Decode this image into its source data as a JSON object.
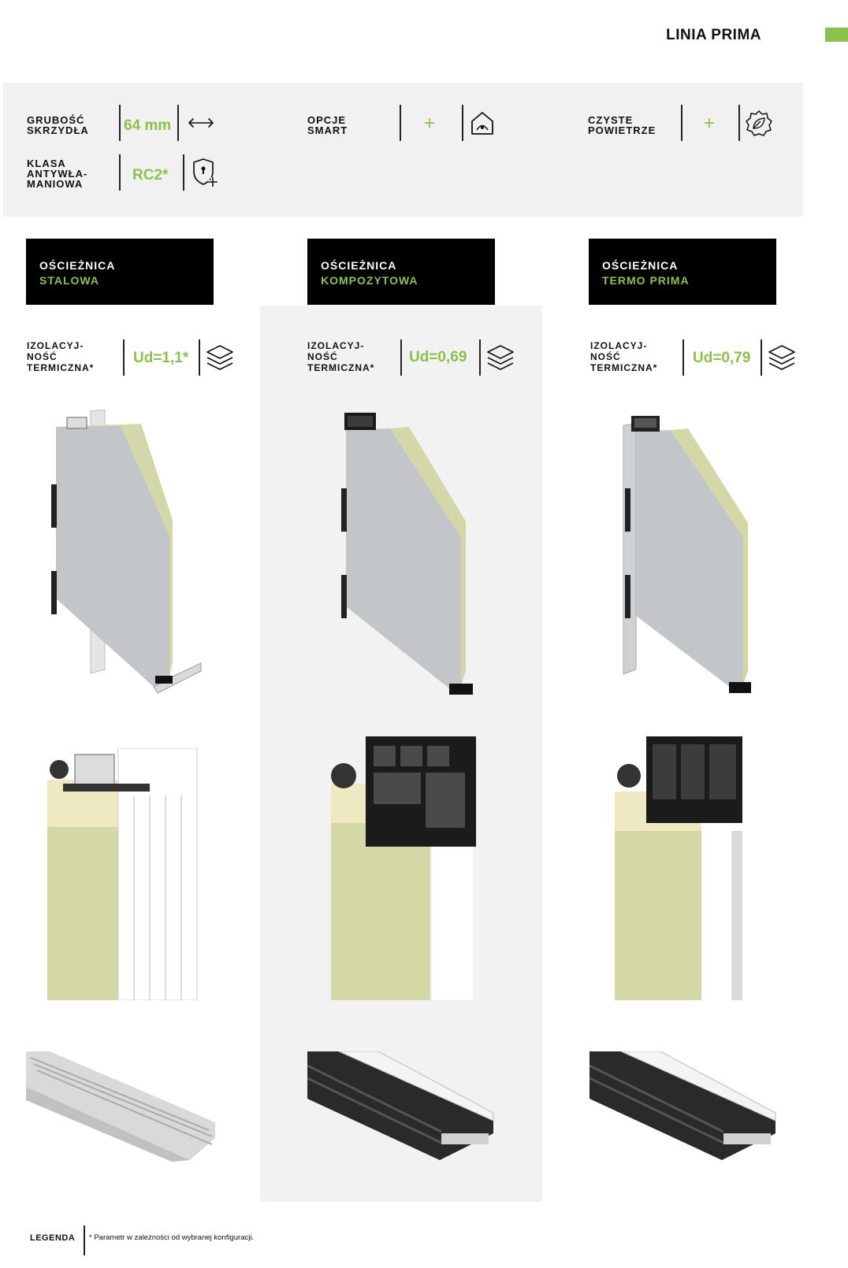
{
  "header": {
    "brand": "LINIA PRIMA"
  },
  "specs": {
    "thickness": {
      "label_line1": "GRUBOŚĆ",
      "label_line2": "SKRZYDŁA",
      "value": "64 mm",
      "icon": "double-arrow-icon"
    },
    "smart": {
      "label_line1": "OPCJE",
      "label_line2": "SMART",
      "value": "+",
      "icon": "smart-home-icon"
    },
    "air": {
      "label_line1": "CZYSTE",
      "label_line2": "POWIETRZE",
      "value": "+",
      "icon": "leaf-badge-icon"
    },
    "burglary": {
      "label_line1": "KLASA",
      "label_line2": "ANTYWŁA-",
      "label_line3": "MANIOWA",
      "value": "RC2*",
      "icon": "shield-lock-icon"
    }
  },
  "frames": [
    {
      "title": "OŚCIEŻNICA",
      "subtitle": "STALOWA",
      "therm_line1": "IZOLACYJ-",
      "therm_line2": "NOŚĆ",
      "therm_line3": "TERMICZNA*",
      "value": "Ud=1,1*"
    },
    {
      "title": "OŚCIEŻNICA",
      "subtitle": "KOMPOZYTOWA",
      "therm_line1": "IZOLACYJ-",
      "therm_line2": "NOŚĆ",
      "therm_line3": "TERMICZNA*",
      "value": "Ud=0,69"
    },
    {
      "title": "OŚCIEŻNICA",
      "subtitle": "TERMO PRIMA",
      "therm_line1": "IZOLACYJ-",
      "therm_line2": "NOŚĆ",
      "therm_line3": "TERMICZNA*",
      "value": "Ud=0,79"
    }
  ],
  "legend": {
    "title": "LEGENDA",
    "note": "* Parametr w zależności od wybranej konfiguracji."
  },
  "colors": {
    "accent": "#8bc34a",
    "panel": "#c3c6c8",
    "foam": "#d4d8a6",
    "dark": "#111111"
  }
}
